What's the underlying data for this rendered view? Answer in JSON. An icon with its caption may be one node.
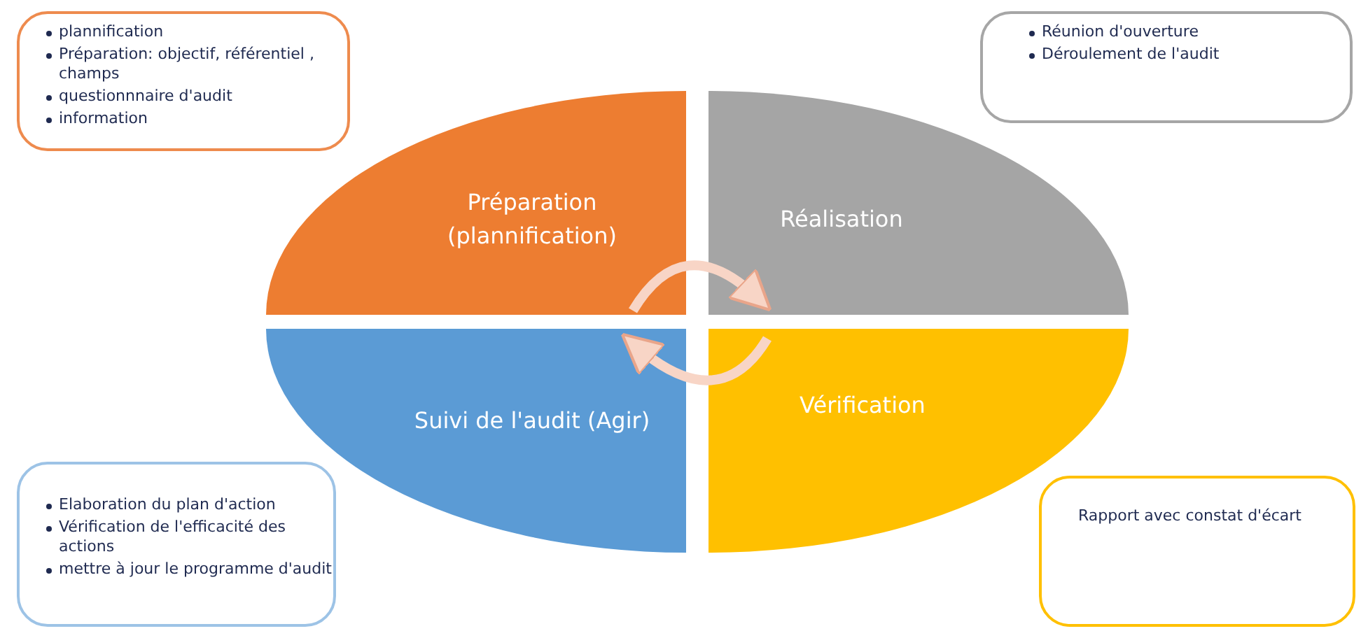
{
  "diagram": {
    "nodes": [
      {
        "text": [
          "plannification",
          "Préparation: objectif, référentiel , champs",
          "questionnnaire d'audit",
          "information"
        ]
      },
      {
        "text": [
          "Réunion d'ouverture",
          "Déroulement de l'audit"
        ]
      },
      {
        "text": [
          "Préparation (plannification)"
        ]
      },
      {
        "text": [
          "Réalisation"
        ]
      },
      {
        "text": [
          "Suivi de l'audit (Agir)"
        ]
      },
      {
        "text": [
          "Vérification"
        ]
      },
      {
        "text": [
          "Elaboration du plan d'action",
          "Vérification de l'efficacité des actions",
          "mettre à jour le programme  d'audit"
        ]
      },
      {
        "text": [
          "Rapport avec constat d'écart"
        ]
      }
    ],
    "edges": [
      {
        "from": 2,
        "to": 3,
        "arrow": "to"
      },
      {
        "from": 5,
        "to": 4,
        "arrow": "to"
      }
    ]
  }
}
